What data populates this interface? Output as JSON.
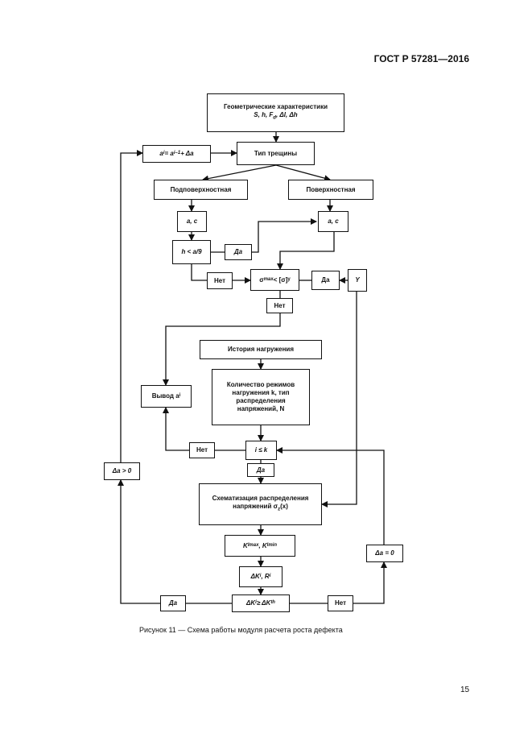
{
  "header": {
    "standard": "ГОСТ Р 57281—2016"
  },
  "flowchart": {
    "geometry": {
      "line1": "Геометрические характеристики",
      "line2": "S, h, F",
      "sub": "d",
      "line3": ", Δl, Δh"
    },
    "update_a": {
      "a": "a",
      "sub_i": "i",
      "eq": " = a",
      "sub_i1": "i–1",
      "plus": " + Δa"
    },
    "crack_type": "Тип трещины",
    "subsurface": "Подповерхностная",
    "surface": "Поверхностная",
    "ac_left": "a, c",
    "ac_right": "a, c",
    "cond_h": "h < a/9",
    "yes_h": "Да",
    "no_sigma": "Нет",
    "sigma_cond": {
      "sigma": "σ",
      "sup": "max",
      "rest": " < [σ]",
      "sub": "y"
    },
    "yes_sigma": "Да",
    "y_box": "Y",
    "no_below_sigma": "Нет",
    "load_history": "История нагружения",
    "modes": "Количество режимов\nнагружения k, тип\nраспределения\nнапряжений, N",
    "output_a": {
      "text": "Вывод a",
      "sub": "i"
    },
    "no_loop": "Нет",
    "i_le_k": "i ≤ k",
    "yes_loop": "Да",
    "da_positive": "Δa > 0",
    "schematization": {
      "line1": "Схематизация распределения",
      "line2": "напряжений σ",
      "sub": "z",
      "line3": "(x)"
    },
    "k_values": {
      "k1": "K",
      "sub1": "I",
      "sup1": "max",
      "sep": ", K",
      "sub2": "I",
      "sup2": "min"
    },
    "dk_r": {
      "a": "ΔK",
      "sub1": "i",
      "b": ", R",
      "sub2": "i"
    },
    "dk_cond": {
      "a": "ΔK",
      "sub1": "i",
      "b": " ≥ ΔK",
      "sub2": "th"
    },
    "da_zero": "Δa = 0",
    "yes_bottom": "Да",
    "no_bottom": "Нет"
  },
  "caption": "Рисунок 11 — Схема работы модуля расчета роста дефекта",
  "page_number": "15"
}
